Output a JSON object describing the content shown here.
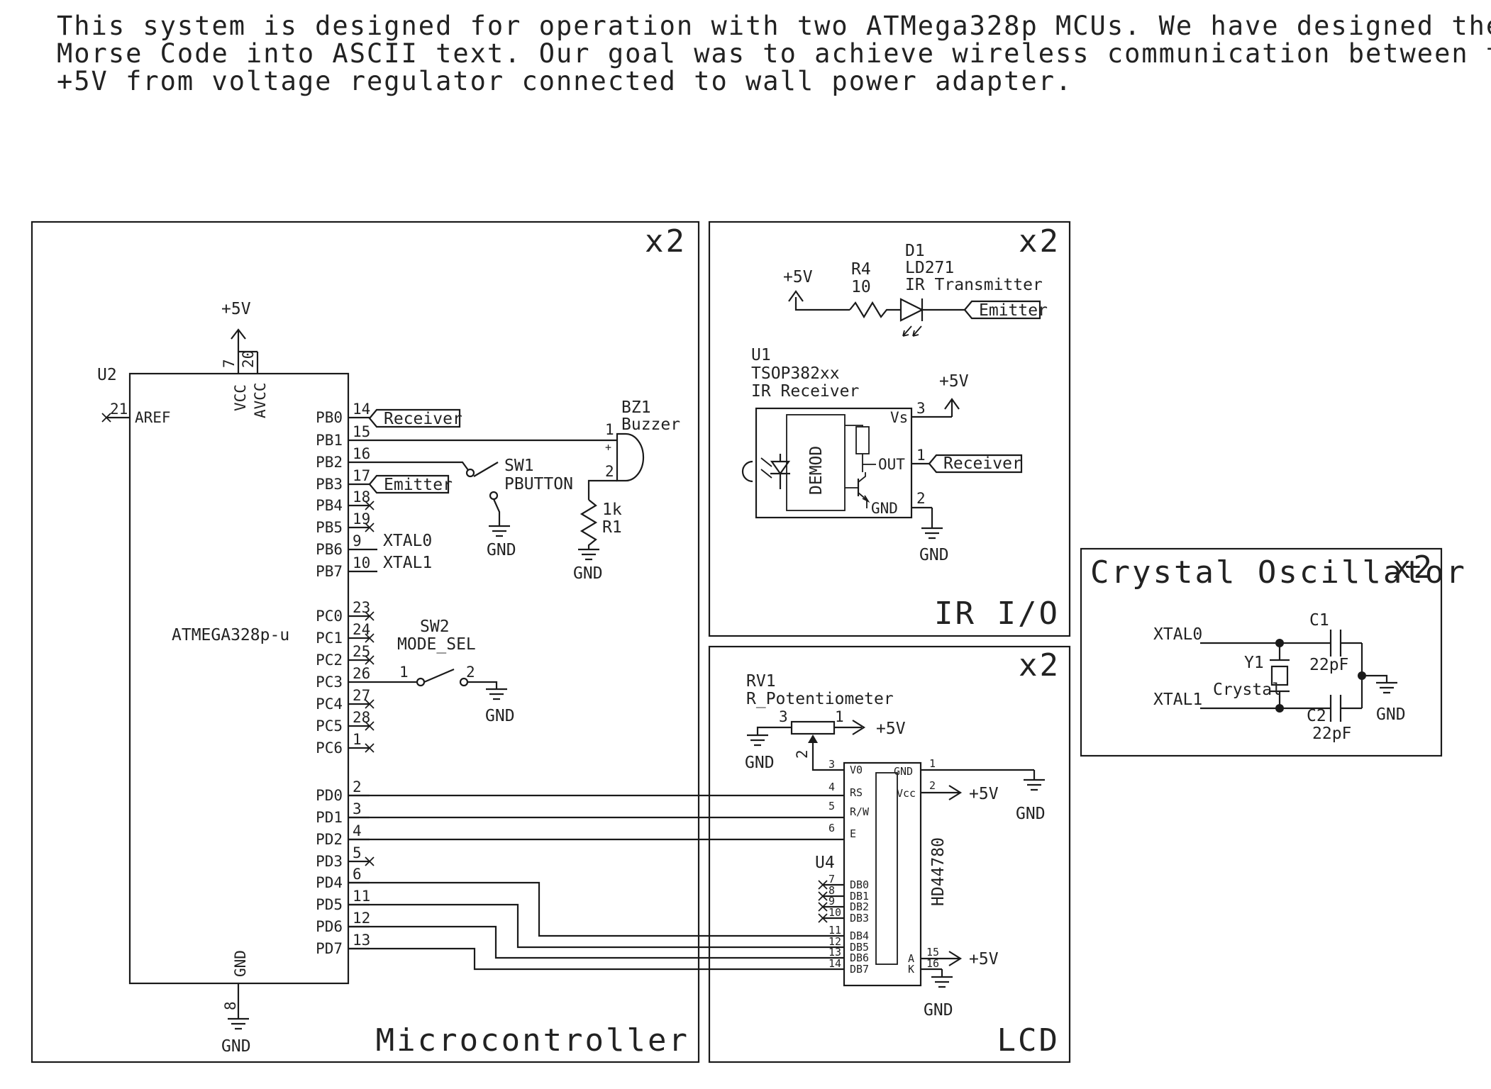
{
  "notes": {
    "line1": "This system is designed for operation with two ATMega328p MCUs. We have designed the system to decode",
    "line2": "Morse Code into ASCII text. Our goal was to achieve wireless communication between two devices.",
    "line3": "+5V from voltage regulator connected to wall power adapter."
  },
  "sheets": {
    "mcu": {
      "title": "Microcontroller",
      "mult": "x2"
    },
    "ir": {
      "title": "IR I/O",
      "mult": "x2"
    },
    "lcd": {
      "title": "LCD",
      "mult": "x2"
    },
    "xtal": {
      "title": "Crystal Oscillator",
      "mult": "x2"
    }
  },
  "mcu": {
    "ref": "U2",
    "part": "ATMEGA328p-u",
    "vcc": "VCC",
    "avcc": "AVCC",
    "gnd": "GND",
    "aref": "AREF",
    "vcc_pin": "7",
    "avcc_pin": "20",
    "gnd_pin": "8",
    "aref_pin": "21",
    "power": "+5V",
    "ground": "GND",
    "pins": [
      {
        "name": "PB0",
        "num": "14"
      },
      {
        "name": "PB1",
        "num": "15"
      },
      {
        "name": "PB2",
        "num": "16"
      },
      {
        "name": "PB3",
        "num": "17"
      },
      {
        "name": "PB4",
        "num": "18"
      },
      {
        "name": "PB5",
        "num": "19"
      },
      {
        "name": "PB6",
        "num": "9"
      },
      {
        "name": "PB7",
        "num": "10"
      },
      {
        "name": "PC0",
        "num": "23"
      },
      {
        "name": "PC1",
        "num": "24"
      },
      {
        "name": "PC2",
        "num": "25"
      },
      {
        "name": "PC3",
        "num": "26"
      },
      {
        "name": "PC4",
        "num": "27"
      },
      {
        "name": "PC5",
        "num": "28"
      },
      {
        "name": "PC6",
        "num": "1"
      },
      {
        "name": "PD0",
        "num": "2"
      },
      {
        "name": "PD1",
        "num": "3"
      },
      {
        "name": "PD2",
        "num": "4"
      },
      {
        "name": "PD3",
        "num": "5"
      },
      {
        "name": "PD4",
        "num": "6"
      },
      {
        "name": "PD5",
        "num": "11"
      },
      {
        "name": "PD6",
        "num": "12"
      },
      {
        "name": "PD7",
        "num": "13"
      }
    ],
    "net_receiver": "Receiver",
    "net_emitter": "Emitter",
    "net_xtal0": "XTAL0",
    "net_xtal1": "XTAL1"
  },
  "buzzer": {
    "ref": "BZ1",
    "value": "Buzzer",
    "pin1": "1",
    "pin2": "2",
    "plus": "+"
  },
  "r1": {
    "ref": "R1",
    "value": "1k"
  },
  "sw1": {
    "ref": "SW1",
    "value": "PBUTTON"
  },
  "sw2": {
    "ref": "SW2",
    "value": "MODE_SEL",
    "pin1": "1",
    "pin2": "2"
  },
  "ir": {
    "r4_ref": "R4",
    "r4_value": "10",
    "d1_ref": "D1",
    "d1_value": "LD271",
    "d1_desc": "IR Transmitter",
    "u1_ref": "U1",
    "u1_value": "TSOP382xx",
    "u1_desc": "IR Receiver",
    "demod": "DEMOD",
    "vs": "Vs",
    "out": "OUT",
    "gnd": "GND",
    "pin_vs": "3",
    "pin_out": "1",
    "pin_gnd": "2",
    "power": "+5V",
    "ground": "GND",
    "net_emitter": "Emitter",
    "net_receiver": "Receiver"
  },
  "lcd": {
    "rv1_ref": "RV1",
    "rv1_value": "R_Potentiometer",
    "rv1_p1": "1",
    "rv1_p2": "2",
    "rv1_p3": "3",
    "u4_ref": "U4",
    "u4_value": "HD44780",
    "power": "+5V",
    "ground": "GND",
    "left_pins": [
      {
        "name": "V0",
        "num": "3"
      },
      {
        "name": "RS",
        "num": "4"
      },
      {
        "name": "R/W",
        "num": "5"
      },
      {
        "name": "E",
        "num": "6"
      },
      {
        "name": "DB0",
        "num": "7"
      },
      {
        "name": "DB1",
        "num": "8"
      },
      {
        "name": "DB2",
        "num": "9"
      },
      {
        "name": "DB3",
        "num": "10"
      },
      {
        "name": "DB4",
        "num": "11"
      },
      {
        "name": "DB5",
        "num": "12"
      },
      {
        "name": "DB6",
        "num": "13"
      },
      {
        "name": "DB7",
        "num": "14"
      }
    ],
    "right_pins": [
      {
        "name": "GND",
        "num": "1"
      },
      {
        "name": "Vcc",
        "num": "2"
      },
      {
        "name": "A",
        "num": "15"
      },
      {
        "name": "K",
        "num": "16"
      }
    ]
  },
  "xtal": {
    "net_xtal0": "XTAL0",
    "net_xtal1": "XTAL1",
    "y1_ref": "Y1",
    "y1_value": "Crystal",
    "c1_ref": "C1",
    "c1_value": "22pF",
    "c2_ref": "C2",
    "c2_value": "22pF",
    "ground": "GND"
  }
}
